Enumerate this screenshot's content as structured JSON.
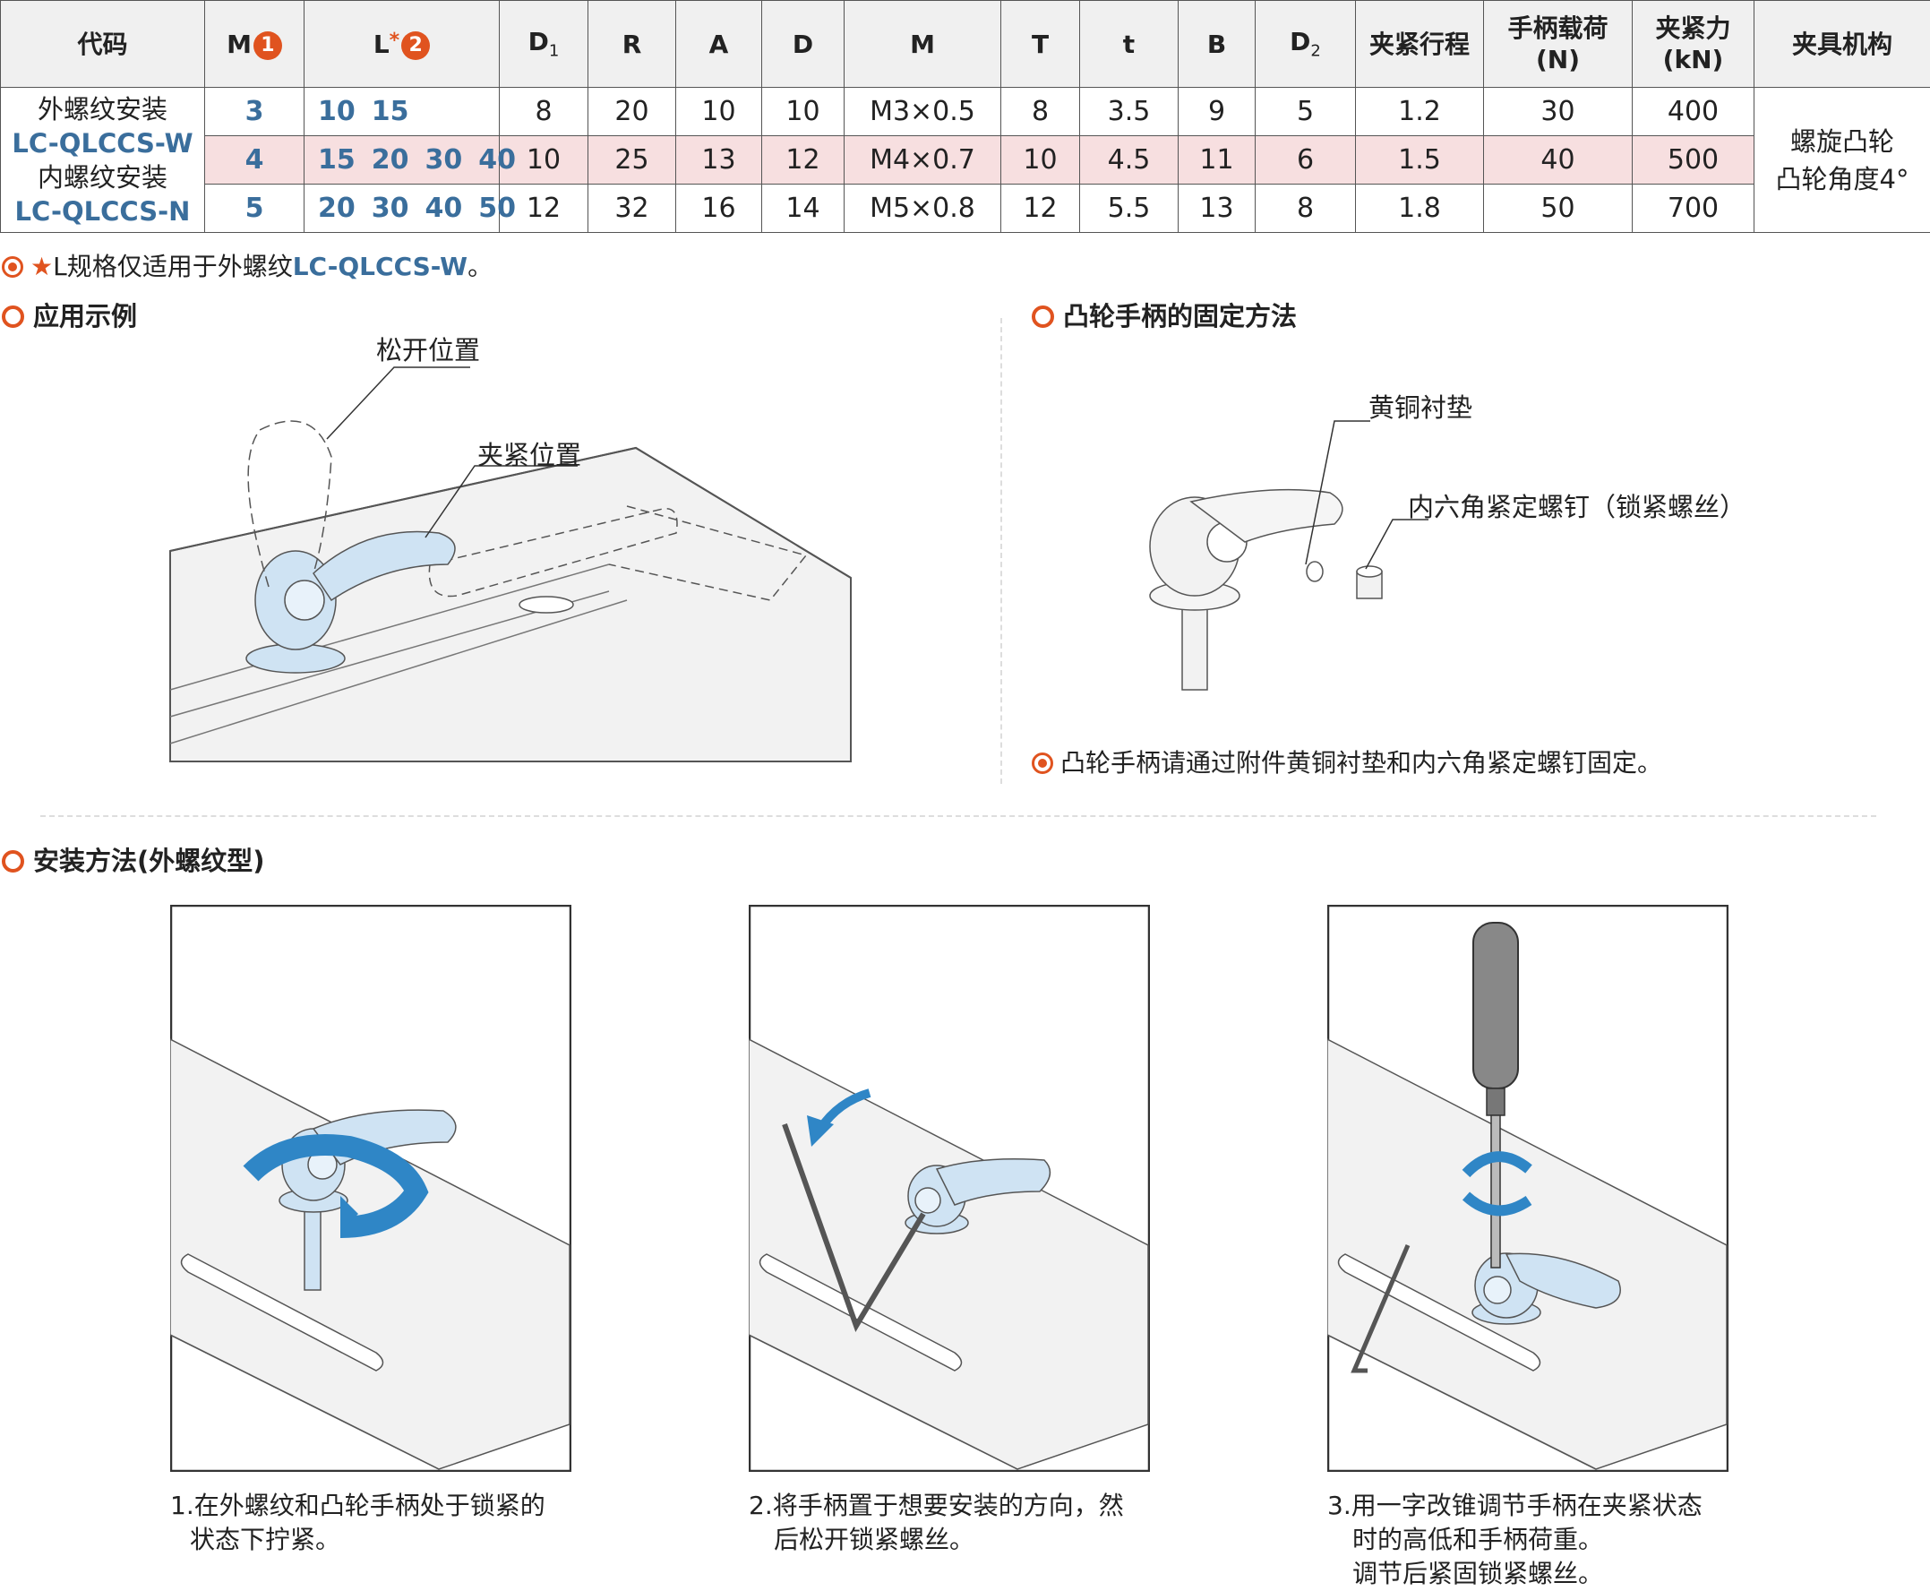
{
  "table": {
    "headers": [
      "代码",
      "M",
      "L",
      "D1",
      "R",
      "A",
      "D",
      "M",
      "T",
      "t",
      "B",
      "D2",
      "夹紧行程",
      "手柄载荷\n(N)",
      "夹紧力\n(kN)",
      "夹具机构"
    ],
    "header_notes": {
      "M_mark": "1",
      "L_mark": "2",
      "L_star": "*"
    },
    "code_col": [
      "外螺纹安装",
      "LC-QLCCS-W",
      "内螺纹安装",
      "LC-QLCCS-N"
    ],
    "rows": [
      {
        "M": "3",
        "L": [
          "10",
          "15"
        ],
        "D1": "8",
        "R": "20",
        "A": "10",
        "D": "10",
        "Mthread": "M3×0.5",
        "T": "8",
        "t": "3.5",
        "B": "9",
        "D2": "5",
        "stroke": "1.2",
        "load": "30",
        "force": "400"
      },
      {
        "M": "4",
        "L": [
          "15",
          "20",
          "30",
          "40"
        ],
        "D1": "10",
        "R": "25",
        "A": "13",
        "D": "12",
        "Mthread": "M4×0.7",
        "T": "10",
        "t": "4.5",
        "B": "11",
        "D2": "6",
        "stroke": "1.5",
        "load": "40",
        "force": "500"
      },
      {
        "M": "5",
        "L": [
          "20",
          "30",
          "40",
          "50"
        ],
        "D1": "12",
        "R": "32",
        "A": "16",
        "D": "14",
        "Mthread": "M5×0.8",
        "T": "12",
        "t": "5.5",
        "B": "13",
        "D2": "8",
        "stroke": "1.8",
        "load": "50",
        "force": "700"
      }
    ],
    "mechanism": [
      "螺旋凸轮",
      "凸轮角度4°"
    ]
  },
  "note1": {
    "star": "★",
    "text": "L规格仅适用于外螺纹",
    "code": "LC-QLCCS-W",
    "end": "。"
  },
  "section_app": "应用示例",
  "section_fix": "凸轮手柄的固定方法",
  "section_install": "安装方法(外螺纹型)",
  "app_labels": {
    "open": "松开位置",
    "clamp": "夹紧位置"
  },
  "fix_labels": {
    "brass": "黄铜衬垫",
    "screw": "内六角紧定螺钉（锁紧螺丝）"
  },
  "fix_note": "凸轮手柄请通过附件黄铜衬垫和内六角紧定螺钉固定。",
  "steps": [
    [
      "1.在外螺纹和凸轮手柄处于锁紧的",
      "状态下拧紧。"
    ],
    [
      "2.将手柄置于想要安装的方向，然",
      "后松开锁紧螺丝。"
    ],
    [
      "3.用一字改锥调节手柄在夹紧状态",
      "时的高低和手柄荷重。",
      "调节后紧固锁紧螺丝。"
    ]
  ],
  "colors": {
    "accent": "#e0531f",
    "blue_text": "#3a6e9c",
    "highlight_row": "#f7dfe0",
    "part_fill": "#cfe3f3",
    "arrow": "#2f86c6"
  }
}
